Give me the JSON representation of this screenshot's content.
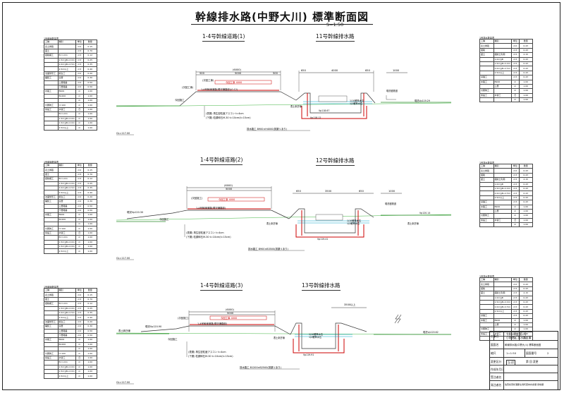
{
  "title": "幹線排水路(中野大川) 標準断面図",
  "scale": "S=1:50",
  "sections": [
    {
      "road": "1-4号幹線道路(1)",
      "channel": "11号幹線排水路",
      "dims": {
        "road_total": "(6000)",
        "road_left": "500",
        "road_center": "5000",
        "road_right": "500",
        "ch_left": "650",
        "ch_mid": "4000",
        "ch_right": "650",
        "ch_far": "1000"
      },
      "notes": {
        "prev_work": "(次回工事)",
        "this_work": "今回工事 4000",
        "this_const": "今回施工",
        "pavement_grade": "1-4号幹線道路(現況通路部)(0.12)",
        "surface": "(表層) 再生密粒度アスコン t=4cm",
        "base": "(下層) 粒調碎石M-30 t=10cm(t=15cm)",
        "channel_spec": "排水路工 B900×H4000(排渠リあり)",
        "grass": "現況植物道",
        "base_soil": "表土剥ぎ線",
        "wl1": "1/10確率水位",
        "wl2": "1/2確率水位",
        "ground_level": "現況Vp119.29",
        "bottom_level": "Vp118.12",
        "bottom_level2": "Vp118.67"
      },
      "gl": "GL=117.00"
    },
    {
      "road": "1-4号幹線道路(2)",
      "channel": "12号幹線排水路",
      "dims": {
        "road_total": "(6000)",
        "road_left": "",
        "road_center": "5000",
        "road_right": "",
        "ch_left": "650",
        "ch_mid": "3500",
        "ch_right": "650",
        "ch_far": "1000"
      },
      "notes": {
        "prev_work": "(次回施工)",
        "this_work": "今回工事 4000",
        "this_const": "今回施工",
        "pavement_grade": "1-4号幹線道路(現況通路部)",
        "surface": "(表層) 再生密粒度アスコン t=4cm",
        "base": "(下層) 粒調碎石M-30 t=10cm(t=15cm)",
        "channel_spec": "排水路工 B900×B3500(排渠リあり)",
        "grass": "現況植物道",
        "base_soil": "表土剥ぎ線",
        "wl1": "1/10確率水位",
        "wl2": "1/2確率水位",
        "ground_level": "Vp120.14",
        "left_level": "現況Vp120.30",
        "bottom_level": "Vp119.41"
      },
      "gl": "GL=117.00"
    },
    {
      "road": "1-4号幹線道路(3)",
      "channel": "13号幹線排水路",
      "dims": {
        "road_total": "(6000)",
        "road_left": "",
        "road_center": "5000",
        "road_right": "",
        "ch_left": "",
        "ch_mid": "",
        "ch_right": "",
        "ch_far": "3500以上"
      },
      "notes": {
        "prev_work": "(次回施工)",
        "this_work": "今回工事 4000",
        "this_const": "今回施工",
        "pavement_grade": "1-4号幹線道路(現況通路部)",
        "surface": "(表層) 再生密粒度アスコン t=4cm",
        "base": "(下層) 粒調碎石M-30 t=10cm(t=15cm)",
        "channel_spec": "排水路工 B1200×B2500(排渠リあり)",
        "grass": "",
        "base_soil": "表土剥ぎ線",
        "wl1": "1/10確率水位",
        "wl2": "1/2確率水位",
        "ground_level": "現況Vp120.62",
        "left_level": "現況Vp120.90",
        "bottom_level": "Vp119.91"
      },
      "gl": "GL=117.00"
    }
  ],
  "left_tables": {
    "caption": "1号幹線数量表",
    "rows": [
      [
        "工種",
        "種別",
        "単位",
        "数量"
      ],
      [
        "表土剥取",
        "",
        "m2",
        "0.15"
      ],
      [
        "盛土",
        "",
        "m3",
        "0.70"
      ],
      [
        "掘削補工",
        "B=1.0m",
        "m3",
        "0.12"
      ],
      [
        "",
        "1.5m≦B<2.0m",
        "m3",
        "0.25"
      ],
      [
        "",
        "2.0m≦B<2.5m",
        "m3",
        "0.35"
      ],
      [
        "",
        "2.5m以上",
        "m3",
        "0.40"
      ],
      [
        "法面整形工",
        "植生工",
        "m2",
        "0.20"
      ],
      [
        "舗装工",
        "表層",
        "m2",
        "0.30"
      ],
      [
        "",
        "上層路盤",
        "m2",
        "0.50"
      ],
      [
        "",
        "下層路盤",
        "m2",
        "0.50"
      ],
      [
        "水路工",
        "B900",
        "m",
        "1.00"
      ],
      [
        "",
        "B1200",
        "m",
        "1.00"
      ],
      [
        "",
        "",
        "m",
        "1.00"
      ],
      [
        "付属物工",
        "t=100",
        "m",
        "1.00"
      ],
      [
        "仮設工",
        "水替工",
        "日",
        "1.00"
      ],
      [
        "",
        "B=1.0m",
        "m",
        "1.00"
      ],
      [
        "",
        "1.5m≦B<2.0m",
        "m",
        "1.00"
      ],
      [
        "",
        "1.5m≦B<2.0m",
        "m",
        "1.00"
      ],
      [
        "",
        "2.5m以上",
        "m",
        "1.00"
      ]
    ]
  },
  "right_tables": {
    "caption": "1号排水数量表",
    "rows": [
      [
        "工種",
        "種別",
        "単位",
        "数量"
      ],
      [
        "表土剥取",
        "",
        "m2",
        "0.43"
      ],
      [
        "掘削",
        "",
        "m3",
        "0.43"
      ],
      [
        "盛土",
        "掘削土利用",
        "m3",
        "2.15"
      ],
      [
        "",
        "1.0m≦B",
        "m3",
        "0.43"
      ],
      [
        "",
        "1.5m≦B<2.0m",
        "m3",
        "0.43"
      ],
      [
        "",
        "2.0m≦B<2.5m",
        "m3",
        "0.43"
      ],
      [
        "",
        "2.5m以上",
        "m3",
        "0.43"
      ],
      [
        "基礎工",
        "",
        "m3",
        "0.43"
      ],
      [
        "水路工",
        "B900",
        "m",
        "1.00"
      ],
      [
        "",
        "上層",
        "m",
        "1.00"
      ],
      [
        "付属物工",
        "",
        "m",
        "1.00"
      ],
      [
        "仮設工",
        "水替工",
        "日",
        "1.00"
      ],
      [
        "",
        "",
        "m",
        "1.00"
      ]
    ]
  },
  "title_block": {
    "project_label": "工事名",
    "project_value": [
      "令和3年度 第1号",
      "小堀地区 用水路工事"
    ],
    "drawing_label": "図面名",
    "drawing_value": "幹線排水路(中野大川) 標準断面図",
    "scale_label": "縮尺",
    "scale_value": "1=1:50",
    "sheet_label": "図面番号",
    "sheet_value": "2",
    "rev_label": "変更区分",
    "rev_value1": "当 初",
    "rev_value2": "第 回 変更",
    "rows": [
      "作成年月日",
      "受注者名",
      "発注者名"
    ],
    "org": "佐賀県東松浦郡玄海町農林水産課 用地課"
  }
}
